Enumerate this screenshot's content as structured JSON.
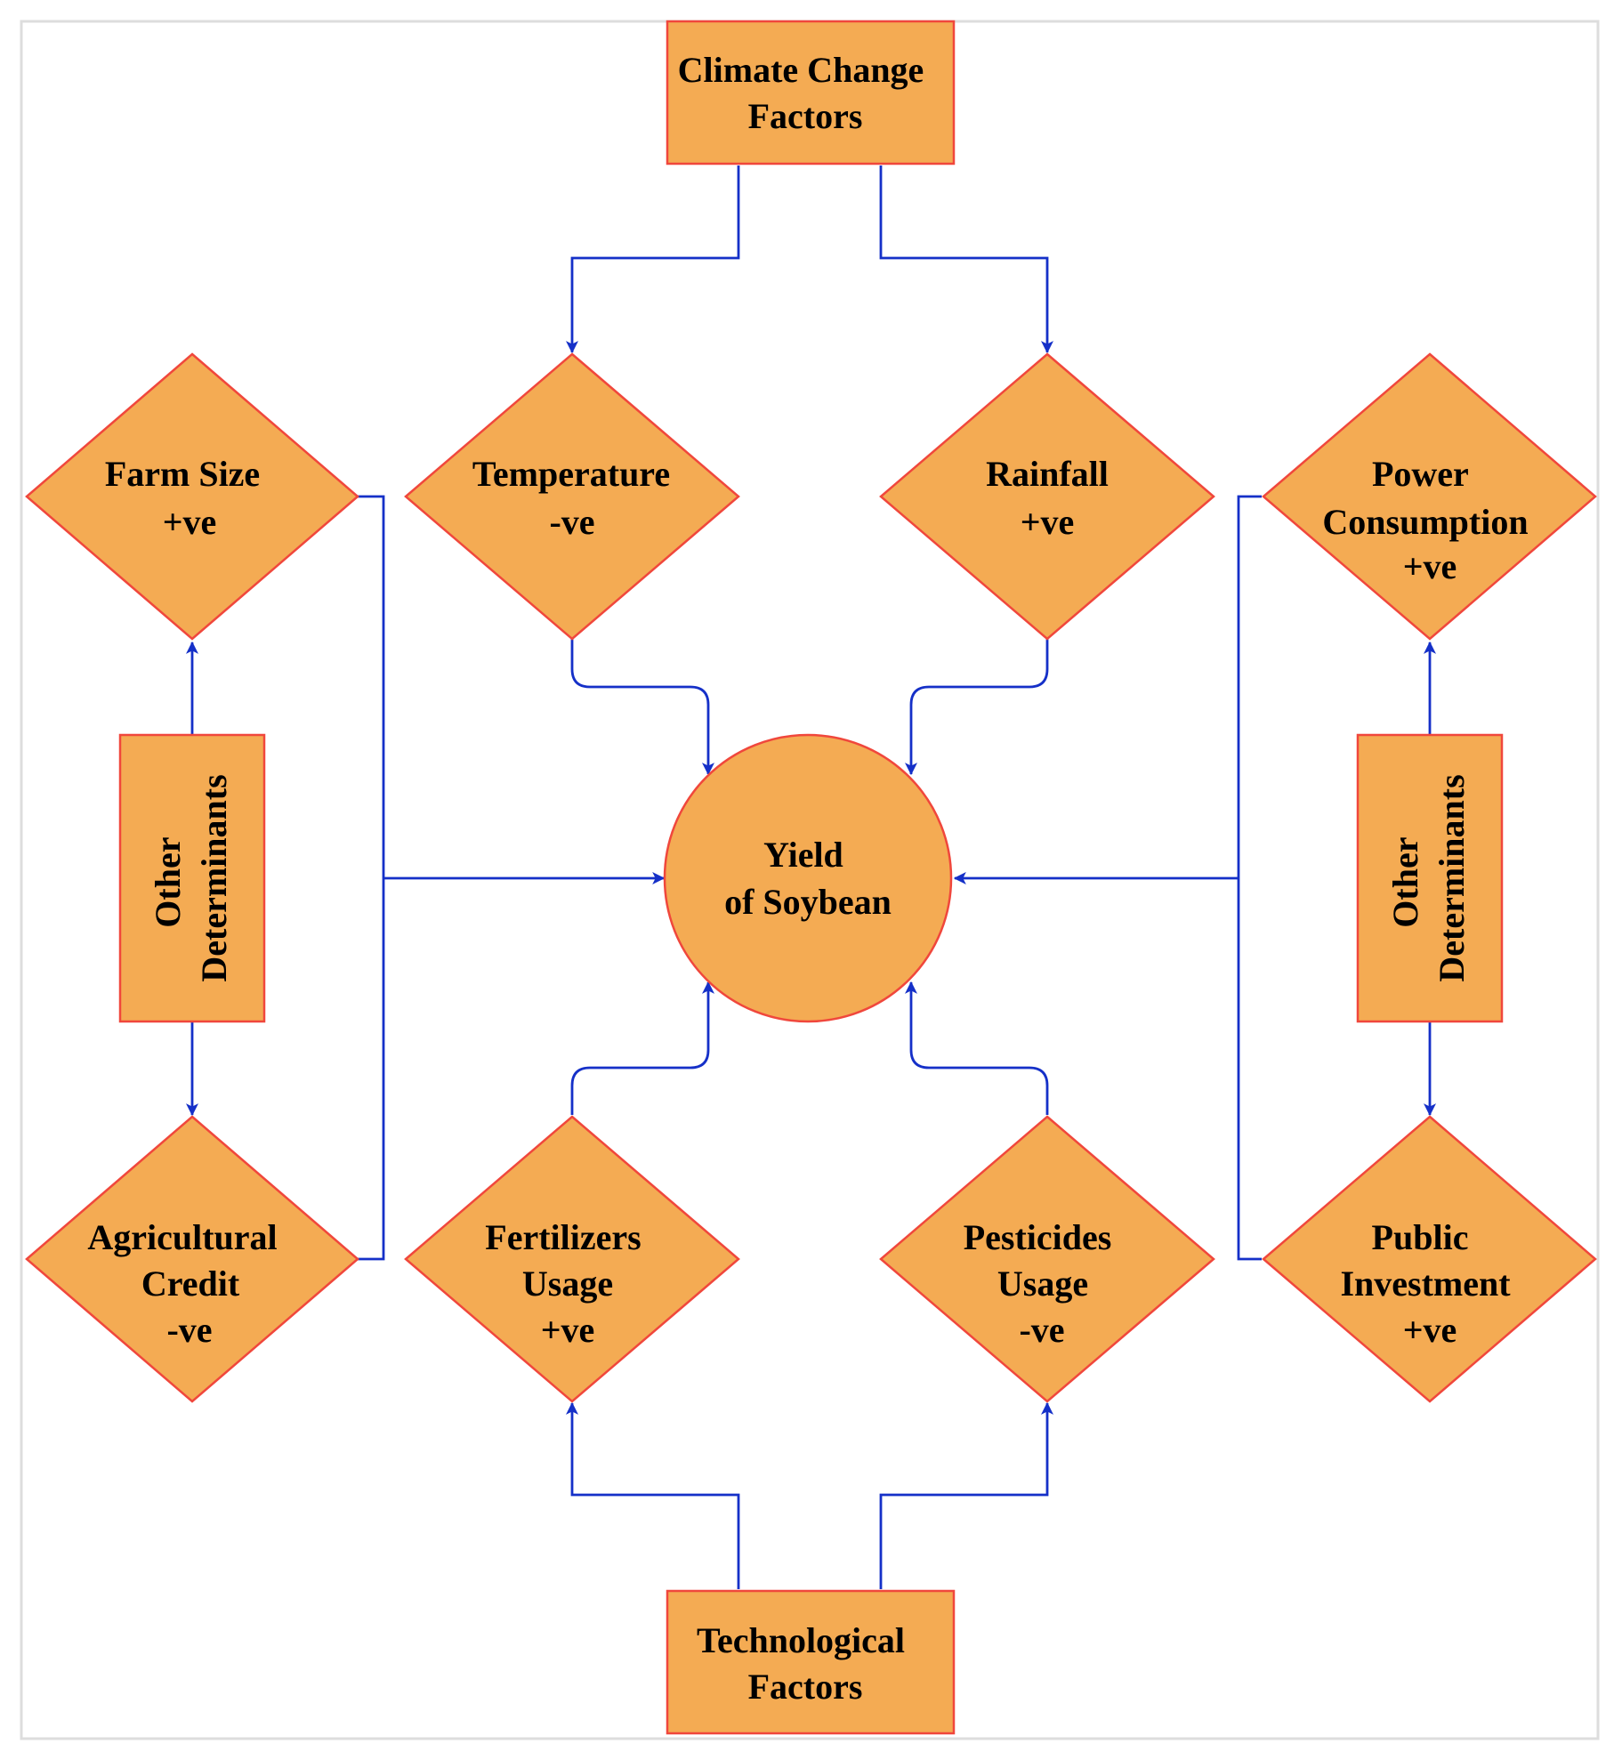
{
  "colors": {
    "shape_fill": "#F4AB53",
    "shape_border": "#F0473C",
    "connector": "#1530C8",
    "frame": "#DDDDDD"
  },
  "nodes": {
    "climate": {
      "lines": [
        "Climate Change",
        "Factors"
      ]
    },
    "technological": {
      "lines": [
        "Technological",
        "Factors"
      ]
    },
    "yield": {
      "lines": [
        "Yield",
        "of Soybean"
      ]
    },
    "farm_size": {
      "lines": [
        "Farm Size",
        "+ve"
      ]
    },
    "temperature": {
      "lines": [
        "Temperature",
        "-ve"
      ]
    },
    "rainfall": {
      "lines": [
        "Rainfall",
        "+ve"
      ]
    },
    "power_consumption": {
      "lines": [
        "Power",
        "Consumption",
        "+ve"
      ]
    },
    "agricultural_credit": {
      "lines": [
        "Agricultural",
        "Credit",
        "-ve"
      ]
    },
    "fertilizers": {
      "lines": [
        "Fertilizers",
        "Usage",
        "+ve"
      ]
    },
    "pesticides": {
      "lines": [
        "Pesticides",
        "Usage",
        "-ve"
      ]
    },
    "public_investment": {
      "lines": [
        "Public",
        "Investment",
        "+ve"
      ]
    },
    "other_left": {
      "lines": [
        "Other",
        "Determinants"
      ]
    },
    "other_right": {
      "lines": [
        "Other",
        "Determinants"
      ]
    }
  }
}
